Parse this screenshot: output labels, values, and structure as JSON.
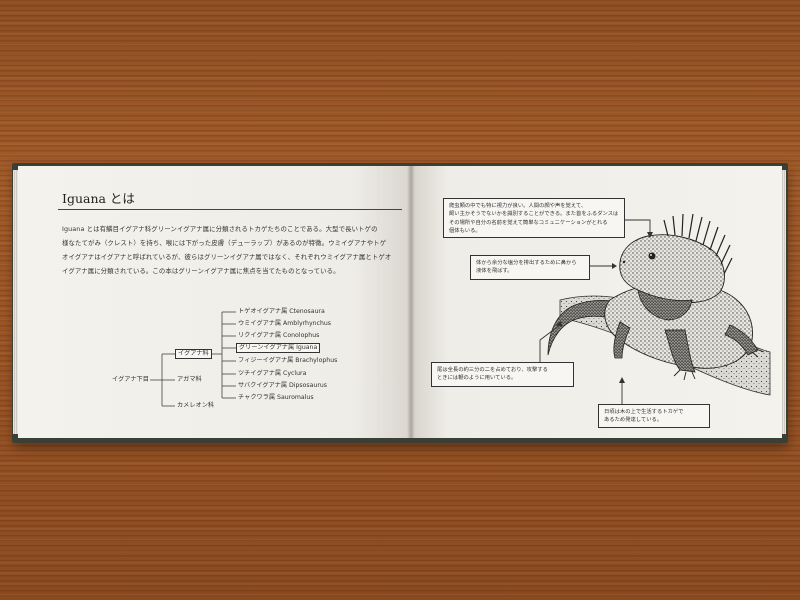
{
  "left_page": {
    "title": "Iguana とは",
    "paragraph_lines": [
      "Iguana とは有鱗目イグアナ科グリーンイグアナ属に分類されるトカゲたちのことである。大型で長いトゲの",
      "様なたてがみ（クレスト）を持ち、喉には下がった皮膚（デューラップ）があるのが特徴。ウミイグアナやトゲ",
      "オイグアナはイグアナと呼ばれているが、彼らはグリーンイグアナ属ではなく、それぞれウミイグアナ属とトゲオ",
      "イグアナ属に分類されている。この本はグリーンイグアナ属に焦点を当てたものとなっている。"
    ],
    "tree": {
      "root": "イグアナ下目",
      "families": [
        {
          "label": "イグアナ科",
          "boxed": true
        },
        {
          "label": "アガマ科",
          "boxed": false
        },
        {
          "label": "カメレオン科",
          "boxed": false
        }
      ],
      "genera": [
        {
          "label": "トゲオイグアナ属 Ctenosaura",
          "boxed": false
        },
        {
          "label": "ウミイグアナ属 Amblyrhynchus",
          "boxed": false
        },
        {
          "label": "リクイグアナ属 Conolophus",
          "boxed": false
        },
        {
          "label": "グリーンイグアナ属 Iguana",
          "boxed": true
        },
        {
          "label": "フィジーイグアナ属 Brachylophus",
          "boxed": false
        },
        {
          "label": "ツチイグアナ属 Cyclura",
          "boxed": false
        },
        {
          "label": "サバクイグアナ属 Dipsosaurus",
          "boxed": false
        },
        {
          "label": "チャクワラ属 Sauromalus",
          "boxed": false
        }
      ]
    }
  },
  "right_page": {
    "callouts": [
      {
        "id": "vision",
        "lines": [
          "爬虫類の中でも特に視力が良い。人間の顔や声を覚えて、",
          "飼い主かそうでないかを識別することができる。また首をふるダンスは",
          "その場所や自分の名前を覚えて簡単なコミュニケーションがとれる",
          "個体もいる。"
        ]
      },
      {
        "id": "salt",
        "lines": [
          "体から余分な塩分を排出するために鼻から",
          "液体を飛ばす。"
        ]
      },
      {
        "id": "tail",
        "lines": [
          "尾は全長の約三分の二を占めており、攻撃する",
          "ときには鞭のように用いている。"
        ]
      },
      {
        "id": "arboreal",
        "lines": [
          "日頃は木の上で生活するトカゲで",
          "あるため発達している。"
        ]
      }
    ]
  },
  "colors": {
    "page": "#f2f0ea",
    "ink": "#333333",
    "cover": "#3c3f36",
    "wood": "#9b5526"
  }
}
